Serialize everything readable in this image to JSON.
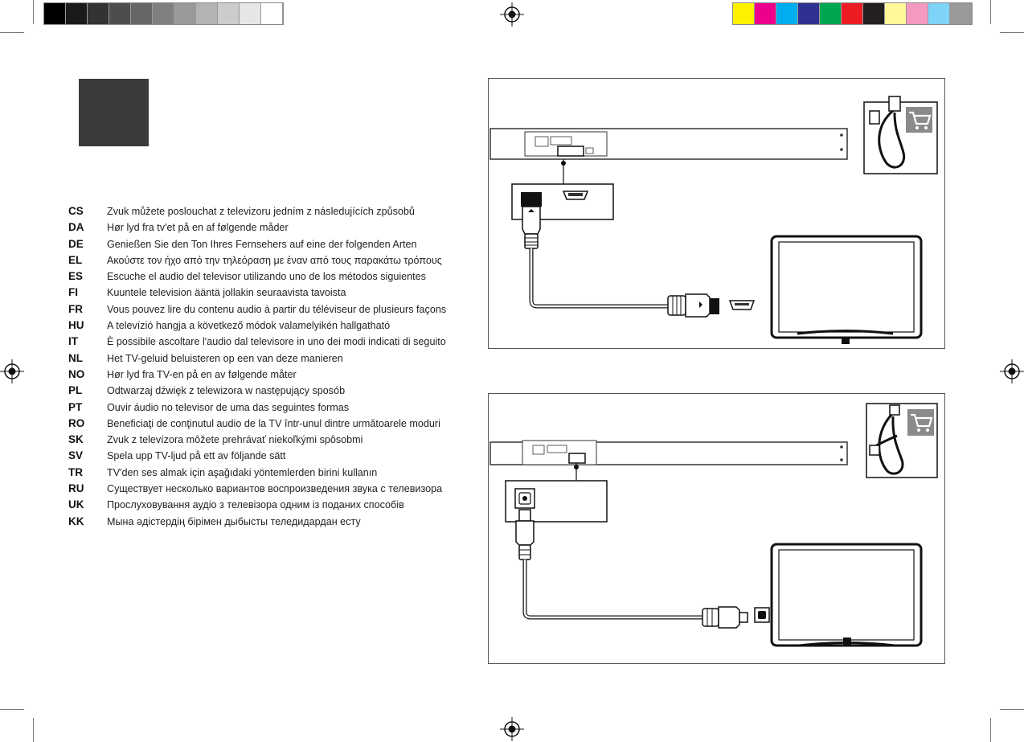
{
  "print_marks": {
    "grayscale_swatches": [
      "#000000",
      "#1a1a1a",
      "#333333",
      "#4d4d4d",
      "#666666",
      "#808080",
      "#999999",
      "#b3b3b3",
      "#cccccc",
      "#e6e6e6",
      "#ffffff"
    ],
    "color_swatches": [
      "#fff200",
      "#ec008c",
      "#00aeef",
      "#2e3192",
      "#00a651",
      "#ed1c24",
      "#231f20",
      "#fff799",
      "#f49ac1",
      "#7fd3f7",
      "#999999"
    ]
  },
  "languages": [
    {
      "code": "CS",
      "text": "Zvuk můžete poslouchat z televizoru jedním z následujících způsobů"
    },
    {
      "code": "DA",
      "text": "Hør lyd fra tv'et på en af følgende måder"
    },
    {
      "code": "DE",
      "text": "Genießen Sie den Ton Ihres Fernsehers auf eine der folgenden Arten"
    },
    {
      "code": "EL",
      "text": "Ακούστε τον ήχο από την τηλεόραση με έναν από τους παρακάτω τρόπους"
    },
    {
      "code": "ES",
      "text": "Escuche el audio del televisor utilizando uno de los métodos siguientes"
    },
    {
      "code": "FI",
      "text": "Kuuntele television ääntä jollakin seuraavista tavoista"
    },
    {
      "code": "FR",
      "text": "Vous pouvez lire du contenu audio à partir du téléviseur de plusieurs façons"
    },
    {
      "code": "HU",
      "text": "A televízió hangja a következő módok valamelyikén hallgatható"
    },
    {
      "code": "IT",
      "text": "È possibile ascoltare l'audio dal televisore in uno dei modi indicati di seguito"
    },
    {
      "code": "NL",
      "text": "Het TV-geluid beluisteren op een van deze manieren"
    },
    {
      "code": "NO",
      "text": "Hør lyd fra TV-en på en av følgende måter"
    },
    {
      "code": "PL",
      "text": "Odtwarzaj dźwięk z telewizora w następujący sposób"
    },
    {
      "code": "PT",
      "text": "Ouvir áudio no televisor de uma das seguintes formas"
    },
    {
      "code": "RO",
      "text": "Beneficiaţi de conţinutul audio de la TV într-unul dintre următoarele moduri"
    },
    {
      "code": "SK",
      "text": "Zvuk z televízora môžete prehrávať niekoľkými spôsobmi"
    },
    {
      "code": "SV",
      "text": "Spela upp TV-ljud på ett av följande sätt"
    },
    {
      "code": "TR",
      "text": "TV'den ses almak için aşağıdaki yöntemlerden birini kullanın"
    },
    {
      "code": "RU",
      "text": "Существует несколько вариантов воспроизведения звука с телевизора"
    },
    {
      "code": "UK",
      "text": "Прослуховування аудіо з телевізора одним із поданих способів"
    },
    {
      "code": "KK",
      "text": "Мына әдістердің бірімен дыбысты теледидардан есту"
    }
  ],
  "diagrams": [
    {
      "id": "hdmi",
      "cable_icon": "hdmi-cable-icon",
      "cart_icon": "shopping-cart-icon",
      "port_icon": "hdmi-port-icon"
    },
    {
      "id": "optical",
      "cable_icon": "optical-cable-icon",
      "cart_icon": "shopping-cart-icon",
      "port_icon": "optical-port-icon"
    }
  ]
}
